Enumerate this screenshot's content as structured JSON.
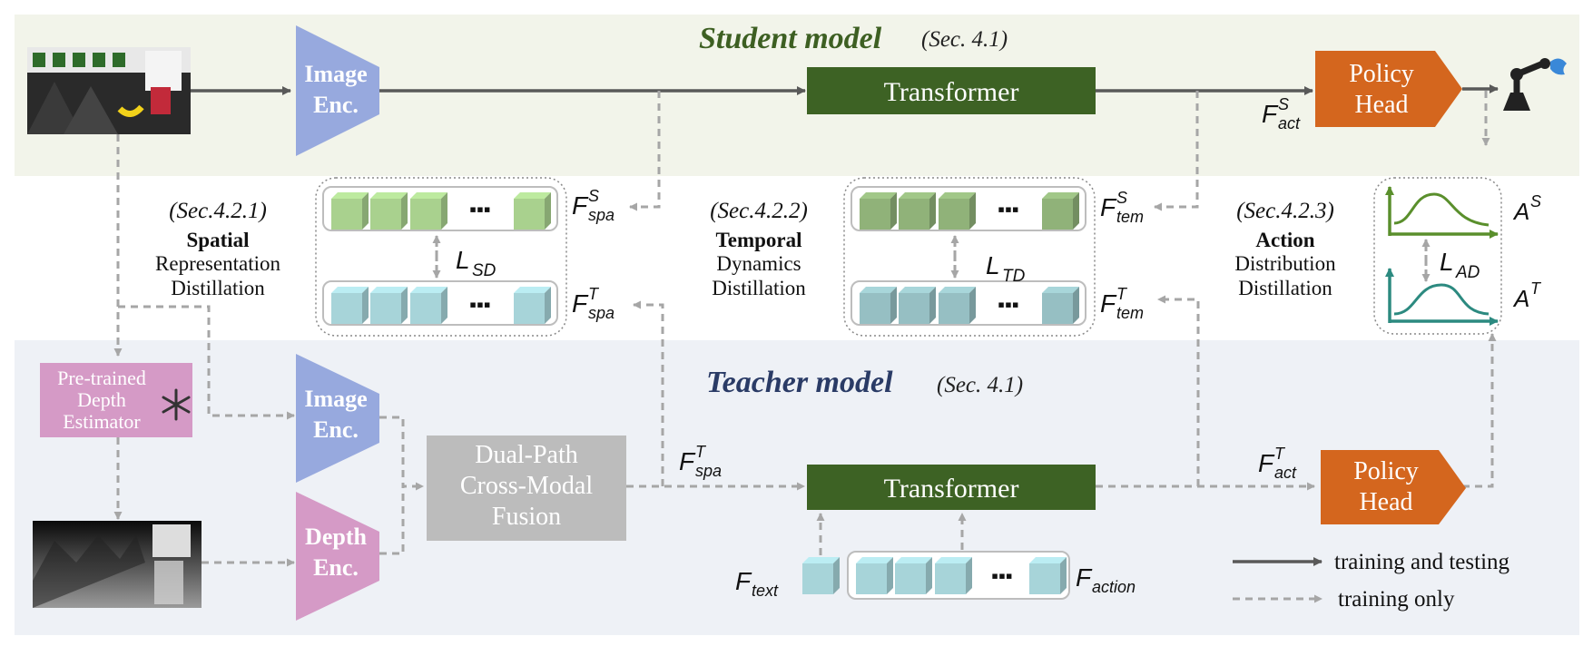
{
  "student": {
    "title": "Student model",
    "sec": "(Sec. 4.1)",
    "image_enc": [
      "Image",
      "Enc."
    ],
    "transformer": "Transformer",
    "policy_head": [
      "Policy",
      "Head"
    ],
    "f_act": {
      "base": "F",
      "sup": "S",
      "sub": "act"
    }
  },
  "teacher": {
    "title": "Teacher model",
    "sec": "(Sec. 4.1)",
    "depth_estimator": [
      "Pre-trained",
      "Depth",
      "Estimator"
    ],
    "image_enc": [
      "Image",
      "Enc."
    ],
    "depth_enc": [
      "Depth",
      "Enc."
    ],
    "fusion": [
      "Dual-Path",
      "Cross-Modal",
      "Fusion"
    ],
    "transformer": "Transformer",
    "policy_head": [
      "Policy",
      "Head"
    ],
    "f_spa": {
      "base": "F",
      "sup": "T",
      "sub": "spa"
    },
    "f_act": {
      "base": "F",
      "sup": "T",
      "sub": "act"
    },
    "f_text": {
      "base": "F",
      "sub": "text"
    },
    "f_action": {
      "base": "F",
      "sub": "action"
    }
  },
  "spatial": {
    "sec": "(Sec.4.2.1)",
    "bold": "Spatial",
    "lines": [
      "Representation",
      "Distillation"
    ],
    "loss": {
      "base": "L",
      "sub": "SD"
    },
    "f_s": {
      "base": "F",
      "sup": "S",
      "sub": "spa"
    },
    "f_t": {
      "base": "F",
      "sup": "T",
      "sub": "spa"
    }
  },
  "temporal": {
    "sec": "(Sec.4.2.2)",
    "bold": "Temporal",
    "lines": [
      "Dynamics",
      "Distillation"
    ],
    "loss": {
      "base": "L",
      "sub": "TD"
    },
    "f_s": {
      "base": "F",
      "sup": "S",
      "sub": "tem"
    },
    "f_t": {
      "base": "F",
      "sup": "T",
      "sub": "tem"
    }
  },
  "action": {
    "sec": "(Sec.4.2.3)",
    "bold": "Action",
    "lines": [
      "Distribution",
      "Distillation"
    ],
    "loss": {
      "base": "L",
      "sub": "AD"
    },
    "a_s": {
      "base": "A",
      "sup": "S"
    },
    "a_t": {
      "base": "A",
      "sup": "T"
    }
  },
  "legend": {
    "solid": "training and testing",
    "dashed": "training only"
  },
  "dots": "▪▪▪",
  "colors": {
    "student_bg": "#f2f4ea",
    "teacher_bg": "#eef1f6",
    "student_title": "#3d5f22",
    "teacher_title": "#2a3b66",
    "enc_blue": "#97a9de",
    "enc_pink": "#d59ac6",
    "transformer": "#3d6224",
    "policy": "#d4661e",
    "fusion": "#bcbcbc",
    "cube_green": "#a9d18e",
    "cube_teal": "#a7d4d9",
    "arrow_dark": "#595959",
    "arrow_dash": "#a6a6a6"
  }
}
